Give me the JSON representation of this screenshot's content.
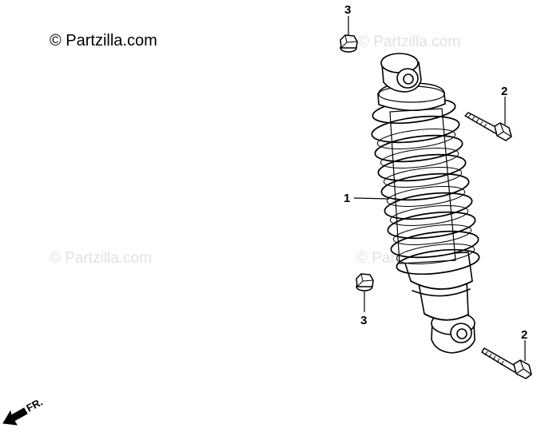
{
  "copyright": "© Partzilla.com",
  "watermarks": [
    "© Partzilla.com",
    "© Partzilla.com",
    "© Partzilla.com"
  ],
  "callouts": {
    "shock_absorber": "1",
    "bolt_upper": "2",
    "bolt_lower": "2",
    "nut_upper": "3",
    "nut_lower": "3"
  },
  "direction_label": "FR.",
  "colors": {
    "line": "#000000",
    "background": "#ffffff",
    "watermark": "#e2e2e2"
  }
}
